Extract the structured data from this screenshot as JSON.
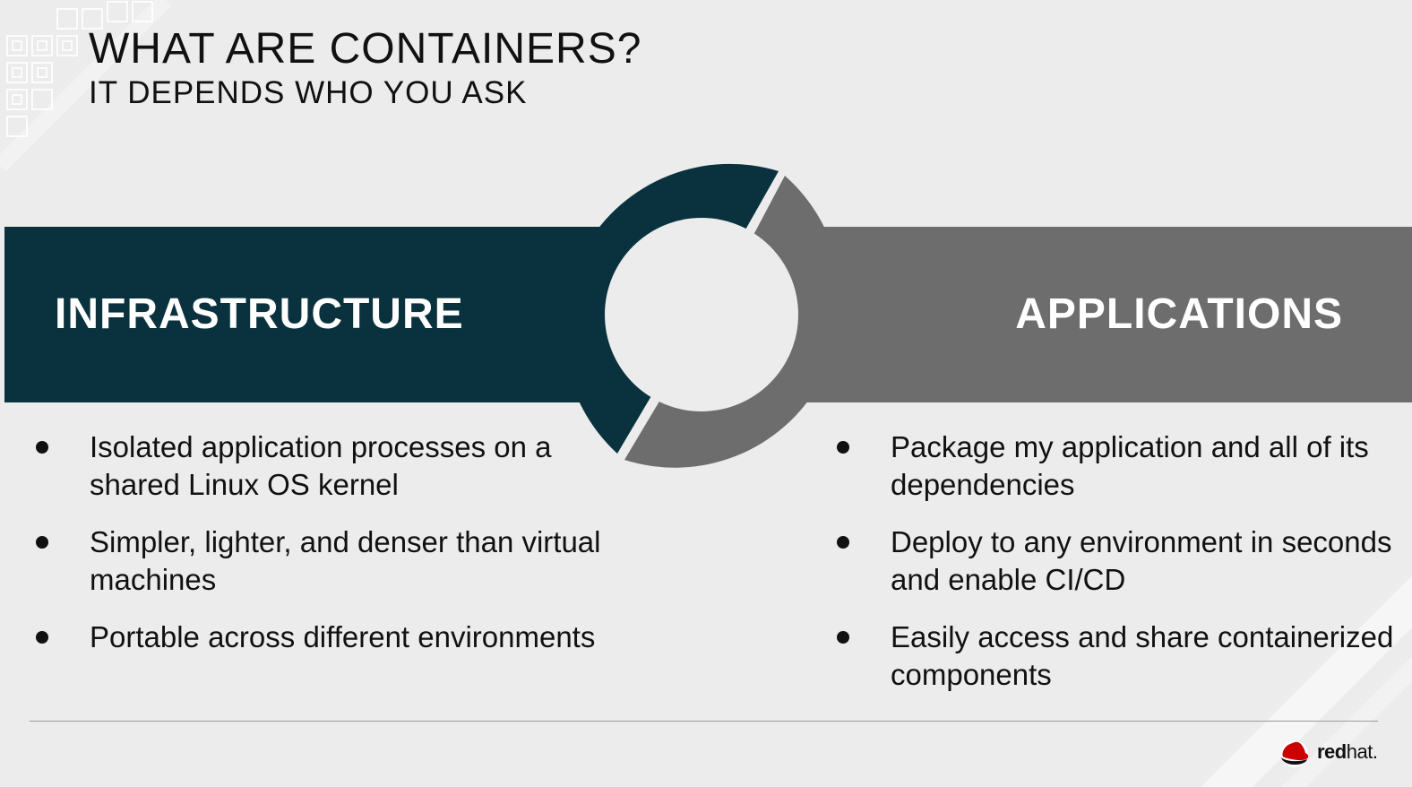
{
  "slide": {
    "title": "WHAT ARE CONTAINERS?",
    "subtitle": "IT DEPENDS WHO YOU ASK",
    "left": {
      "label": "INFRASTRUCTURE",
      "bullets": [
        "Isolated application processes on a shared Linux OS kernel",
        "Simpler, lighter, and denser than virtual machines",
        "Portable across different environments"
      ]
    },
    "right": {
      "label": "APPLICATIONS",
      "bullets": [
        "Package my application and all of its dependencies",
        "Deploy to any environment in seconds and enable CI/CD",
        "Easily access and share containerized components"
      ]
    }
  },
  "logo": {
    "brand_bold": "red",
    "brand_light": "hat",
    "suffix": "."
  },
  "colors": {
    "dark_teal": "#0a323e",
    "gray": "#6d6d6d",
    "background": "#ececec",
    "logo_red": "#cc0000"
  }
}
